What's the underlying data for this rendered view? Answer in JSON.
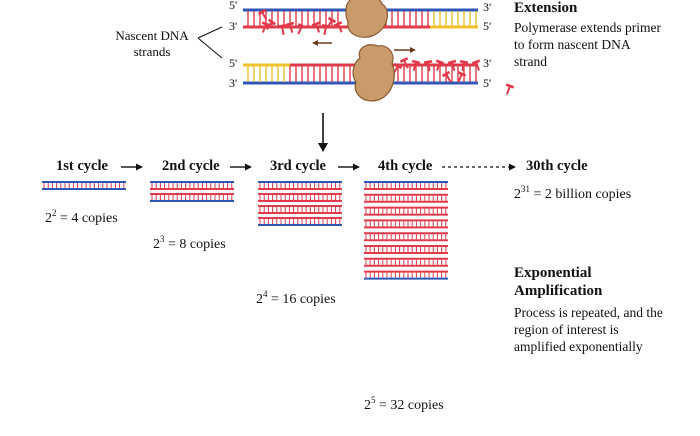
{
  "extension": {
    "title": "Extension",
    "body": "Polymerase extends primer to form nascent DNA strand",
    "label": "Nascent DNA strands",
    "ends": {
      "five": "5'",
      "three": "3'"
    }
  },
  "cycles": [
    {
      "label": "1st cycle",
      "base": "2",
      "exp": "2",
      "copies": "= 4 copies",
      "strands": 2
    },
    {
      "label": "2nd cycle",
      "base": "2",
      "exp": "3",
      "copies": "= 8 copies",
      "strands": 4
    },
    {
      "label": "3rd cycle",
      "base": "2",
      "exp": "4",
      "copies": "= 16 copies",
      "strands": 8
    },
    {
      "label": "4th cycle",
      "base": "2",
      "exp": "5",
      "copies": "= 32 copies",
      "strands": 16
    }
  ],
  "final": {
    "label": "30th cycle",
    "base": "2",
    "exp": "31",
    "copies": "= 2 billion copies"
  },
  "amplification": {
    "title": "Exponential Amplification",
    "body": "Process is repeated, and the region of interest is amplified exponentially"
  },
  "colors": {
    "red": "#e23a4a",
    "blue": "#2f57b8",
    "yellow": "#f2c12e",
    "polymerase": "#c99a6a",
    "arrow": "#6b3a1f"
  }
}
